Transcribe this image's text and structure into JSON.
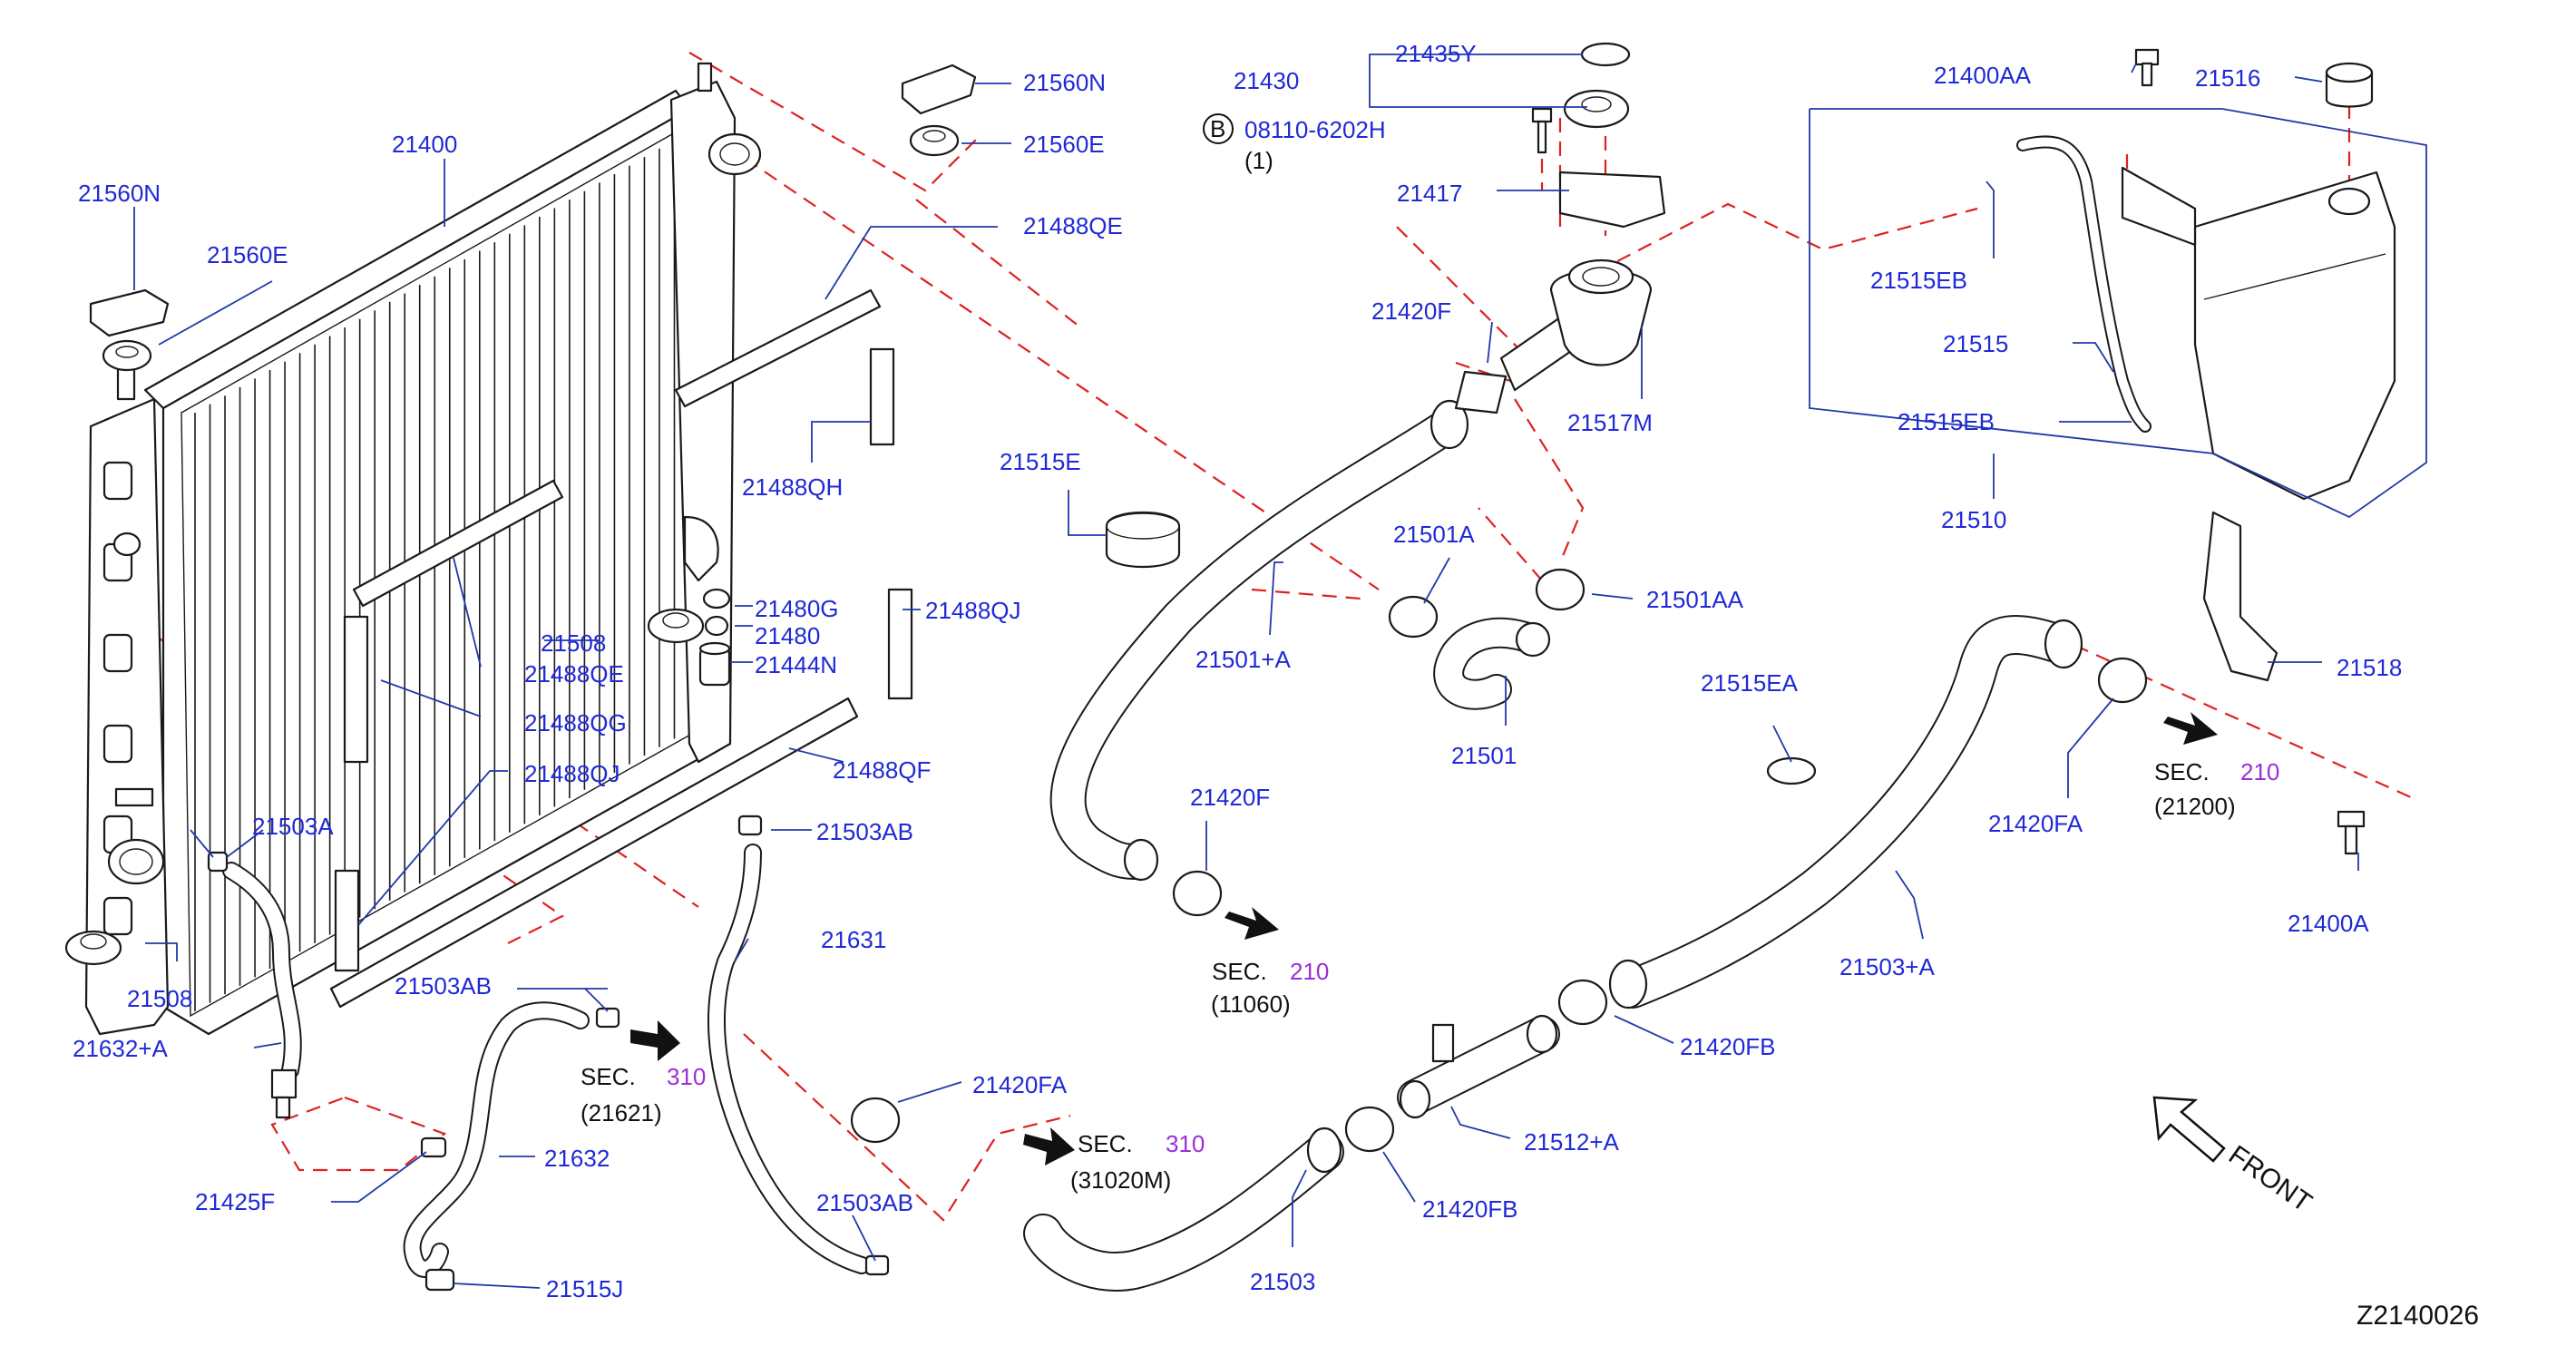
{
  "diagram_code": "Z2140026",
  "front_label": "FRONT",
  "sec_prefix": "SEC.",
  "bolt_marker": "B",
  "bolt_number": "08110-6202H",
  "bolt_qty": "(1)",
  "sec_refs": [
    {
      "id": "sec-210-11060",
      "section": "210",
      "ref": "(11060)"
    },
    {
      "id": "sec-210-21200",
      "section": "210",
      "ref": "(21200)"
    },
    {
      "id": "sec-310-21621",
      "section": "310",
      "ref": "(21621)"
    },
    {
      "id": "sec-310-31020m",
      "section": "310",
      "ref": "(31020M)"
    }
  ],
  "labels": {
    "l21400": "21400",
    "l21560N_left": "21560N",
    "l21560E_left": "21560E",
    "l21560N_top": "21560N",
    "l21560E_top": "21560E",
    "l21488QE_top": "21488QE",
    "l21488QH": "21488QH",
    "l21480G": "21480G",
    "l21508_mid": "21508",
    "l21480": "21480",
    "l21444N": "21444N",
    "l21488QE_mid": "21488QE",
    "l21488QG": "21488QG",
    "l21488QJ_right": "21488QJ",
    "l21488QJ_left": "21488QJ",
    "l21488QF": "21488QF",
    "l21503A": "21503A",
    "l21503AB_a": "21503AB",
    "l21503AB_b": "21503AB",
    "l21503AB_c": "21503AB",
    "l21508_low": "21508",
    "l21632A": "21632+A",
    "l21631": "21631",
    "l21632": "21632",
    "l21425F": "21425F",
    "l21515J": "21515J",
    "l21420FA_low": "21420FA",
    "l21503": "21503",
    "l21430": "21430",
    "l21435Y": "21435Y",
    "l21417": "21417",
    "l21420F_top": "21420F",
    "l21517M": "21517M",
    "l21515E": "21515E",
    "l21501A_plus": "21501+A",
    "l21501A": "21501A",
    "l21501AA": "21501AA",
    "l21501": "21501",
    "l21420F_low": "21420F",
    "l21400AA": "21400AA",
    "l21516": "21516",
    "l21515EB_top": "21515EB",
    "l21515": "21515",
    "l21515EB_low": "21515EB",
    "l21510": "21510",
    "l21518": "21518",
    "l21515EA": "21515EA",
    "l21420FA_right": "21420FA",
    "l21400A": "21400A",
    "l21503A_plus": "21503+A",
    "l21420FB_right": "21420FB",
    "l21512A": "21512+A",
    "l21420FB_low": "21420FB"
  }
}
